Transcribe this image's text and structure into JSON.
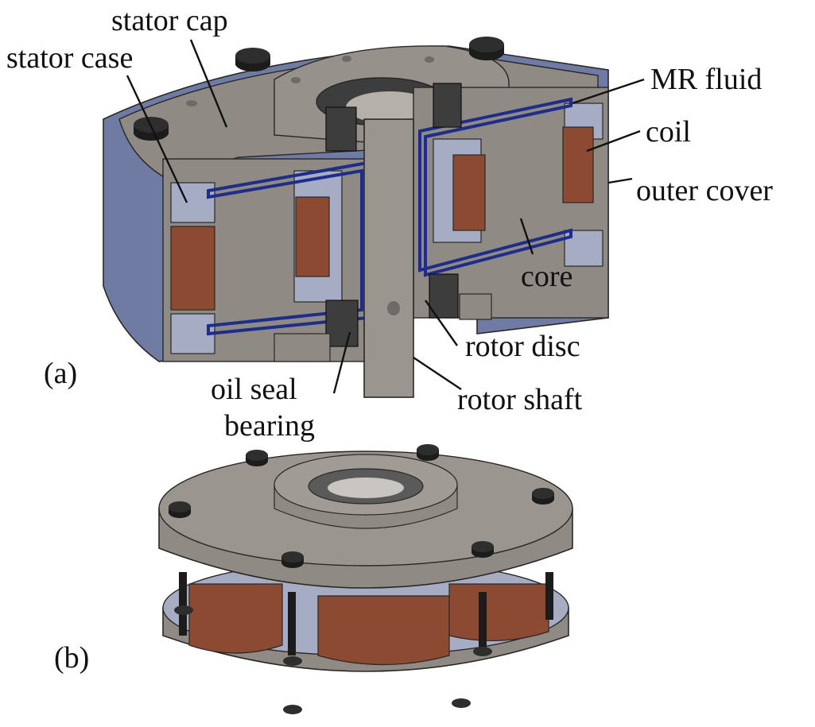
{
  "figure": {
    "panel_a": "(a)",
    "panel_b": "(b)"
  },
  "labels": {
    "stator_cap": "stator cap",
    "stator_case": "stator case",
    "mr_fluid": "MR fluid",
    "coil": "coil",
    "outer_cover": "outer cover",
    "core": "core",
    "rotor_disc": "rotor disc",
    "rotor_shaft": "rotor shaft",
    "oil_seal": "oil seal",
    "bearing": "bearing"
  },
  "colors": {
    "steel": "#8f8a84",
    "steel_dark": "#6e6a65",
    "case_blue": "#8f97b3",
    "cover_blue": "#6f7ba3",
    "coil": "#8c4a33",
    "coil_dark": "#6b3726",
    "mr_fluid": "#1f2d8a",
    "bolt": "#1c1c1c",
    "seal": "#3d3d3d"
  }
}
